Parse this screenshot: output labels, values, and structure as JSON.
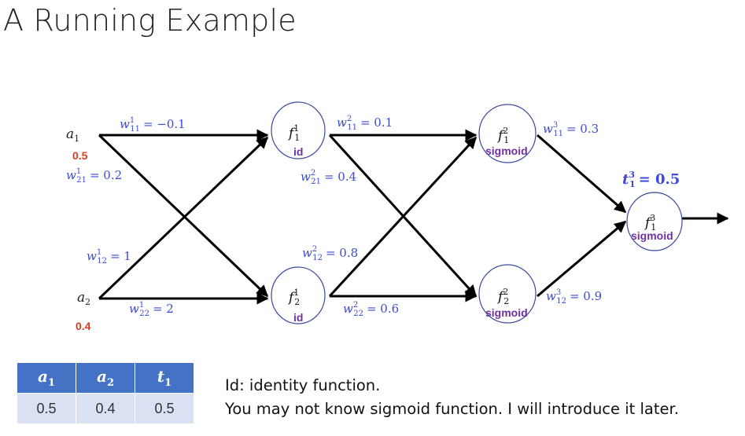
{
  "title": "A Running Example",
  "inputs": [
    {
      "name": "a",
      "sub": "1",
      "value": "0.5"
    },
    {
      "name": "a",
      "sub": "2",
      "value": "0.4"
    }
  ],
  "weights": {
    "w1_11": {
      "sub": "11",
      "sup": "1",
      "value": "= −0.1"
    },
    "w1_21": {
      "sub": "21",
      "sup": "1",
      "value": "= 0.2"
    },
    "w1_12": {
      "sub": "12",
      "sup": "1",
      "value": "= 1"
    },
    "w1_22": {
      "sub": "22",
      "sup": "1",
      "value": "= 2"
    },
    "w2_11": {
      "sub": "11",
      "sup": "2",
      "value": "= 0.1"
    },
    "w2_21": {
      "sub": "21",
      "sup": "2",
      "value": "= 0.4"
    },
    "w2_12": {
      "sub": "12",
      "sup": "2",
      "value": "= 0.8"
    },
    "w2_22": {
      "sub": "22",
      "sup": "2",
      "value": "= 0.6"
    },
    "w3_11": {
      "sub": "11",
      "sup": "3",
      "value": "= 0.3"
    },
    "w3_12": {
      "sub": "12",
      "sup": "3",
      "value": "= 0.9"
    }
  },
  "nodes": {
    "f1_1": {
      "sub": "1",
      "sup": "1",
      "activation": "id"
    },
    "f1_2": {
      "sub": "2",
      "sup": "1",
      "activation": "id"
    },
    "f2_1": {
      "sub": "1",
      "sup": "2",
      "activation": "sigmoid"
    },
    "f2_2": {
      "sub": "2",
      "sup": "2",
      "activation": "sigmoid"
    },
    "f3_1": {
      "sub": "1",
      "sup": "3",
      "activation": "sigmoid"
    }
  },
  "target": {
    "sub": "1",
    "sup": "3",
    "value": "= 0.5"
  },
  "table": {
    "headers": [
      {
        "name": "a",
        "sub": "1"
      },
      {
        "name": "a",
        "sub": "2"
      },
      {
        "name": "t",
        "sub": "1"
      }
    ],
    "row": [
      "0.5",
      "0.4",
      "0.5"
    ]
  },
  "notes": [
    "Id: identity function.",
    "You may not know sigmoid function. I will introduce it later."
  ]
}
